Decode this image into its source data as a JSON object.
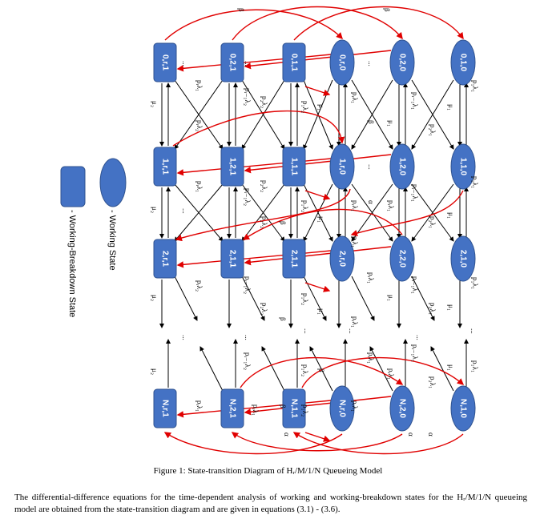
{
  "legend": {
    "working_state": "- Working State",
    "working_breakdown_state": "- Working-Breakdown State"
  },
  "columns": [
    {
      "type": "breakdown",
      "labels": [
        "0,r,1",
        "1,r,1",
        "2,r,1",
        "N,r,1"
      ]
    },
    {
      "type": "breakdown",
      "labels": [
        "0,2,1",
        "1,2,1",
        "2,1,1",
        "N,2,1"
      ]
    },
    {
      "type": "breakdown",
      "labels": [
        "0,1,1",
        "1,1,1",
        "2,1,1",
        "N,1,1"
      ]
    },
    {
      "type": "working",
      "labels": [
        "0,r,0",
        "1,r,0",
        "2,r,0",
        "N,r,0"
      ]
    },
    {
      "type": "working",
      "labels": [
        "0,2,0",
        "1,2,0",
        "2,2,0",
        "N,2,0"
      ]
    },
    {
      "type": "working",
      "labels": [
        "0,1,0",
        "1,1,0",
        "2,1,0",
        "N,1,0"
      ]
    }
  ],
  "ellipsis": "...",
  "edge_labels": {
    "mu1": "μ₁",
    "mu2": "μ₂",
    "alpha": "α",
    "beta": "β",
    "p_r_lambda": "pᵣλ₁",
    "p_r1_lambda": "pᵣ₋₁λ₁",
    "p2_lambda": "p₂λ₁",
    "p1_lambda": "p₁λ₁",
    "p_r_lambda2": "pᵣλ₂",
    "p_r1_lambda2": "pᵣ₋₁λ₂",
    "p2_lambda2": "p₂λ₂",
    "p1_lambda2": "p₁λ₂"
  },
  "colors": {
    "node_fill": "#4472c4",
    "node_stroke": "#2f528f",
    "arrow_black": "#000000",
    "arrow_red": "#e00000"
  },
  "caption": "Figure 1: State-transition Diagram of Hᵣ/M/1/N Queueing Model",
  "body_text": "The differential-difference equations for the time-dependent analysis of working and working-breakdown states for the Hᵣ/M/1/N queueing model are obtained from the state-transition diagram and are given in equations (3.1) - (3.6)."
}
